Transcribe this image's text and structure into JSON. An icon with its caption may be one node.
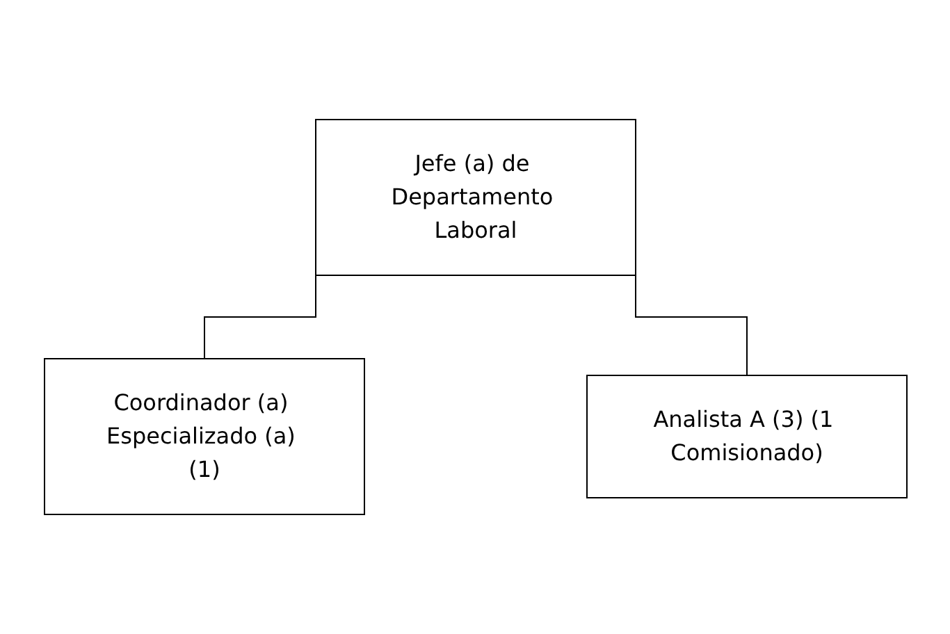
{
  "diagram": {
    "nodes": [
      {
        "text": [
          "Jefe (a) de Departamento Laboral"
        ]
      },
      {
        "text": [
          "Coordinador (a) Especializado (a) (1)"
        ]
      },
      {
        "text": [
          "Analista A (3) (1 Comisionado)"
        ]
      }
    ],
    "edges": [
      {
        "from": 0,
        "to": 1,
        "arrow": "none"
      },
      {
        "from": 0,
        "to": 2,
        "arrow": "none"
      }
    ]
  }
}
